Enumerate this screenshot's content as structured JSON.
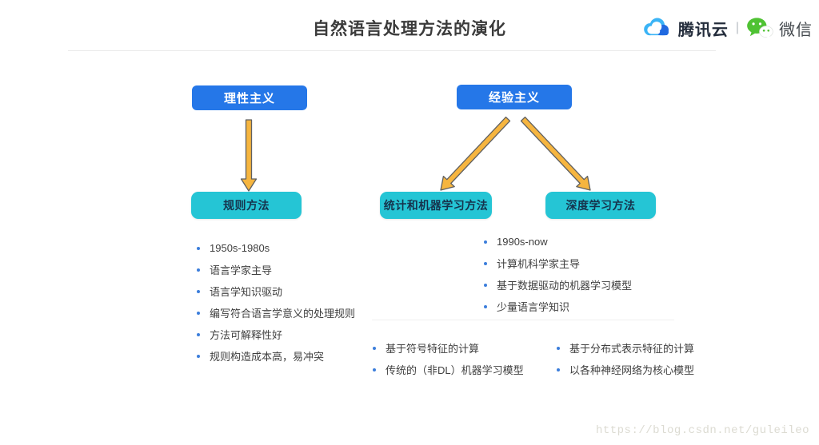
{
  "header": {
    "title": "自然语言处理方法的演化",
    "brand": {
      "tencent_cloud": "腾讯云",
      "separator": "|",
      "wechat": "微信"
    }
  },
  "nodes": {
    "rationalism": "理性主义",
    "empiricism": "经验主义",
    "rule_method": "规则方法",
    "stat_ml_method": "统计和机器学习方法",
    "deep_learning_method": "深度学习方法"
  },
  "lists": {
    "rule": [
      "1950s-1980s",
      "语言学家主导",
      "语言学知识驱动",
      "编写符合语言学意义的处理规则",
      "方法可解释性好",
      "规则构造成本高，易冲突"
    ],
    "stat": [
      "1990s-now",
      "计算机科学家主导",
      "基于数据驱动的机器学习模型",
      "少量语言学知识"
    ],
    "symbolic": [
      "基于符号特征的计算",
      "传统的（非DL）机器学习模型"
    ],
    "distributed": [
      "基于分布式表示特征的计算",
      "以各种神经网络为核心模型"
    ]
  },
  "watermark": "https://blog.csdn.net/guleileo",
  "colors": {
    "node_blue": "#2577e8",
    "node_teal": "#25c5d5",
    "arrow_yellow": "#f6b53f",
    "arrow_outline": "#606060",
    "bullet_blue": "#3c7edb",
    "wechat_green": "#4fc233",
    "cloud_light_blue": "#3bb4f6",
    "cloud_dark_blue": "#2069e0"
  }
}
